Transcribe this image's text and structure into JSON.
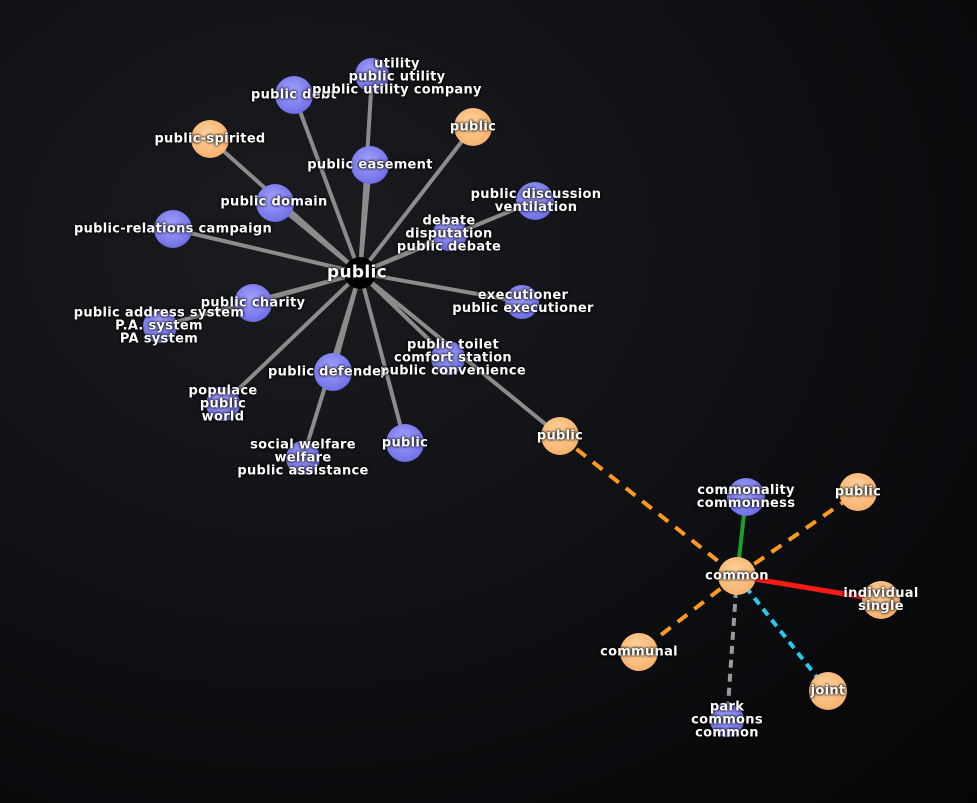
{
  "colors": {
    "synonym_node": "#7f7ff2",
    "related_node": "#ffbf80",
    "hub_node": "#000000",
    "synonym_edge": "#8c8c8c",
    "related_edge": "#ff9a1f",
    "derived_edge": "#1f9e2a",
    "antonym_edge": "#ff1a1a",
    "similar_edge": "#29c8f0",
    "member_edge": "#9a9a9a"
  },
  "nodes": [
    {
      "id": "public-hub",
      "kind": "hub",
      "lines": [
        "public"
      ]
    },
    {
      "id": "public-debt",
      "kind": "synonym",
      "lines": [
        "public debt"
      ]
    },
    {
      "id": "public-utility",
      "kind": "synonym",
      "lines": [
        "utility",
        "public utility",
        "public utility company"
      ]
    },
    {
      "id": "public-spirited",
      "kind": "related",
      "lines": [
        "public-spirited"
      ]
    },
    {
      "id": "public-related-top",
      "kind": "related",
      "lines": [
        "public"
      ]
    },
    {
      "id": "public-easement",
      "kind": "synonym",
      "lines": [
        "public easement"
      ]
    },
    {
      "id": "public-domain",
      "kind": "synonym",
      "lines": [
        "public domain"
      ]
    },
    {
      "id": "public-discussion",
      "kind": "synonym",
      "lines": [
        "public discussion",
        "ventilation"
      ]
    },
    {
      "id": "public-debate",
      "kind": "synonym",
      "lines": [
        "debate",
        "disputation",
        "public debate"
      ]
    },
    {
      "id": "public-relations-campaign",
      "kind": "synonym",
      "lines": [
        "public-relations campaign"
      ]
    },
    {
      "id": "public-charity",
      "kind": "synonym",
      "lines": [
        "public charity"
      ]
    },
    {
      "id": "public-address-system",
      "kind": "synonym",
      "lines": [
        "public address system",
        "P.A. system",
        "PA system"
      ]
    },
    {
      "id": "public-executioner",
      "kind": "synonym",
      "lines": [
        "executioner",
        "public executioner"
      ]
    },
    {
      "id": "public-toilet",
      "kind": "synonym",
      "lines": [
        "public toilet",
        "comfort station",
        "public convenience"
      ]
    },
    {
      "id": "public-defender",
      "kind": "synonym",
      "lines": [
        "public defender"
      ]
    },
    {
      "id": "populace",
      "kind": "synonym",
      "lines": [
        "populace",
        "public",
        "world"
      ]
    },
    {
      "id": "public-assistance",
      "kind": "synonym",
      "lines": [
        "social welfare",
        "welfare",
        "public assistance"
      ]
    },
    {
      "id": "public-synonym-bottom",
      "kind": "synonym",
      "lines": [
        "public"
      ]
    },
    {
      "id": "public-related-bridge",
      "kind": "related",
      "lines": [
        "public"
      ]
    },
    {
      "id": "common",
      "kind": "related",
      "lines": [
        "common"
      ]
    },
    {
      "id": "commonality",
      "kind": "synonym",
      "lines": [
        "commonality",
        "commonness"
      ]
    },
    {
      "id": "public-related-right",
      "kind": "related",
      "lines": [
        "public"
      ]
    },
    {
      "id": "individual",
      "kind": "related",
      "lines": [
        "individual",
        "single"
      ]
    },
    {
      "id": "communal",
      "kind": "related",
      "lines": [
        "communal"
      ]
    },
    {
      "id": "joint",
      "kind": "related",
      "lines": [
        "joint"
      ]
    },
    {
      "id": "park",
      "kind": "synonym",
      "lines": [
        "park",
        "commons",
        "common"
      ]
    }
  ],
  "edges": [
    {
      "from": "public-hub",
      "to": "public-debt",
      "type": "synonym"
    },
    {
      "from": "public-hub",
      "to": "public-utility",
      "type": "synonym"
    },
    {
      "from": "public-hub",
      "to": "public-spirited",
      "type": "synonym"
    },
    {
      "from": "public-hub",
      "to": "public-related-top",
      "type": "synonym"
    },
    {
      "from": "public-hub",
      "to": "public-easement",
      "type": "synonym"
    },
    {
      "from": "public-hub",
      "to": "public-domain",
      "type": "synonym"
    },
    {
      "from": "public-hub",
      "to": "public-discussion",
      "type": "synonym"
    },
    {
      "from": "public-hub",
      "to": "public-debate",
      "type": "synonym"
    },
    {
      "from": "public-hub",
      "to": "public-relations-campaign",
      "type": "synonym"
    },
    {
      "from": "public-hub",
      "to": "public-charity",
      "type": "synonym"
    },
    {
      "from": "public-hub",
      "to": "public-address-system",
      "type": "synonym"
    },
    {
      "from": "public-hub",
      "to": "public-executioner",
      "type": "synonym"
    },
    {
      "from": "public-hub",
      "to": "public-toilet",
      "type": "synonym"
    },
    {
      "from": "public-hub",
      "to": "public-defender",
      "type": "synonym"
    },
    {
      "from": "public-hub",
      "to": "populace",
      "type": "synonym"
    },
    {
      "from": "public-hub",
      "to": "public-assistance",
      "type": "synonym"
    },
    {
      "from": "public-hub",
      "to": "public-synonym-bottom",
      "type": "synonym"
    },
    {
      "from": "public-hub",
      "to": "public-related-bridge",
      "type": "synonym"
    },
    {
      "from": "public-related-bridge",
      "to": "common",
      "type": "related"
    },
    {
      "from": "common",
      "to": "commonality",
      "type": "derived"
    },
    {
      "from": "common",
      "to": "public-related-right",
      "type": "related"
    },
    {
      "from": "common",
      "to": "individual",
      "type": "antonym"
    },
    {
      "from": "common",
      "to": "communal",
      "type": "related"
    },
    {
      "from": "common",
      "to": "joint",
      "type": "similar"
    },
    {
      "from": "common",
      "to": "park",
      "type": "member"
    }
  ]
}
